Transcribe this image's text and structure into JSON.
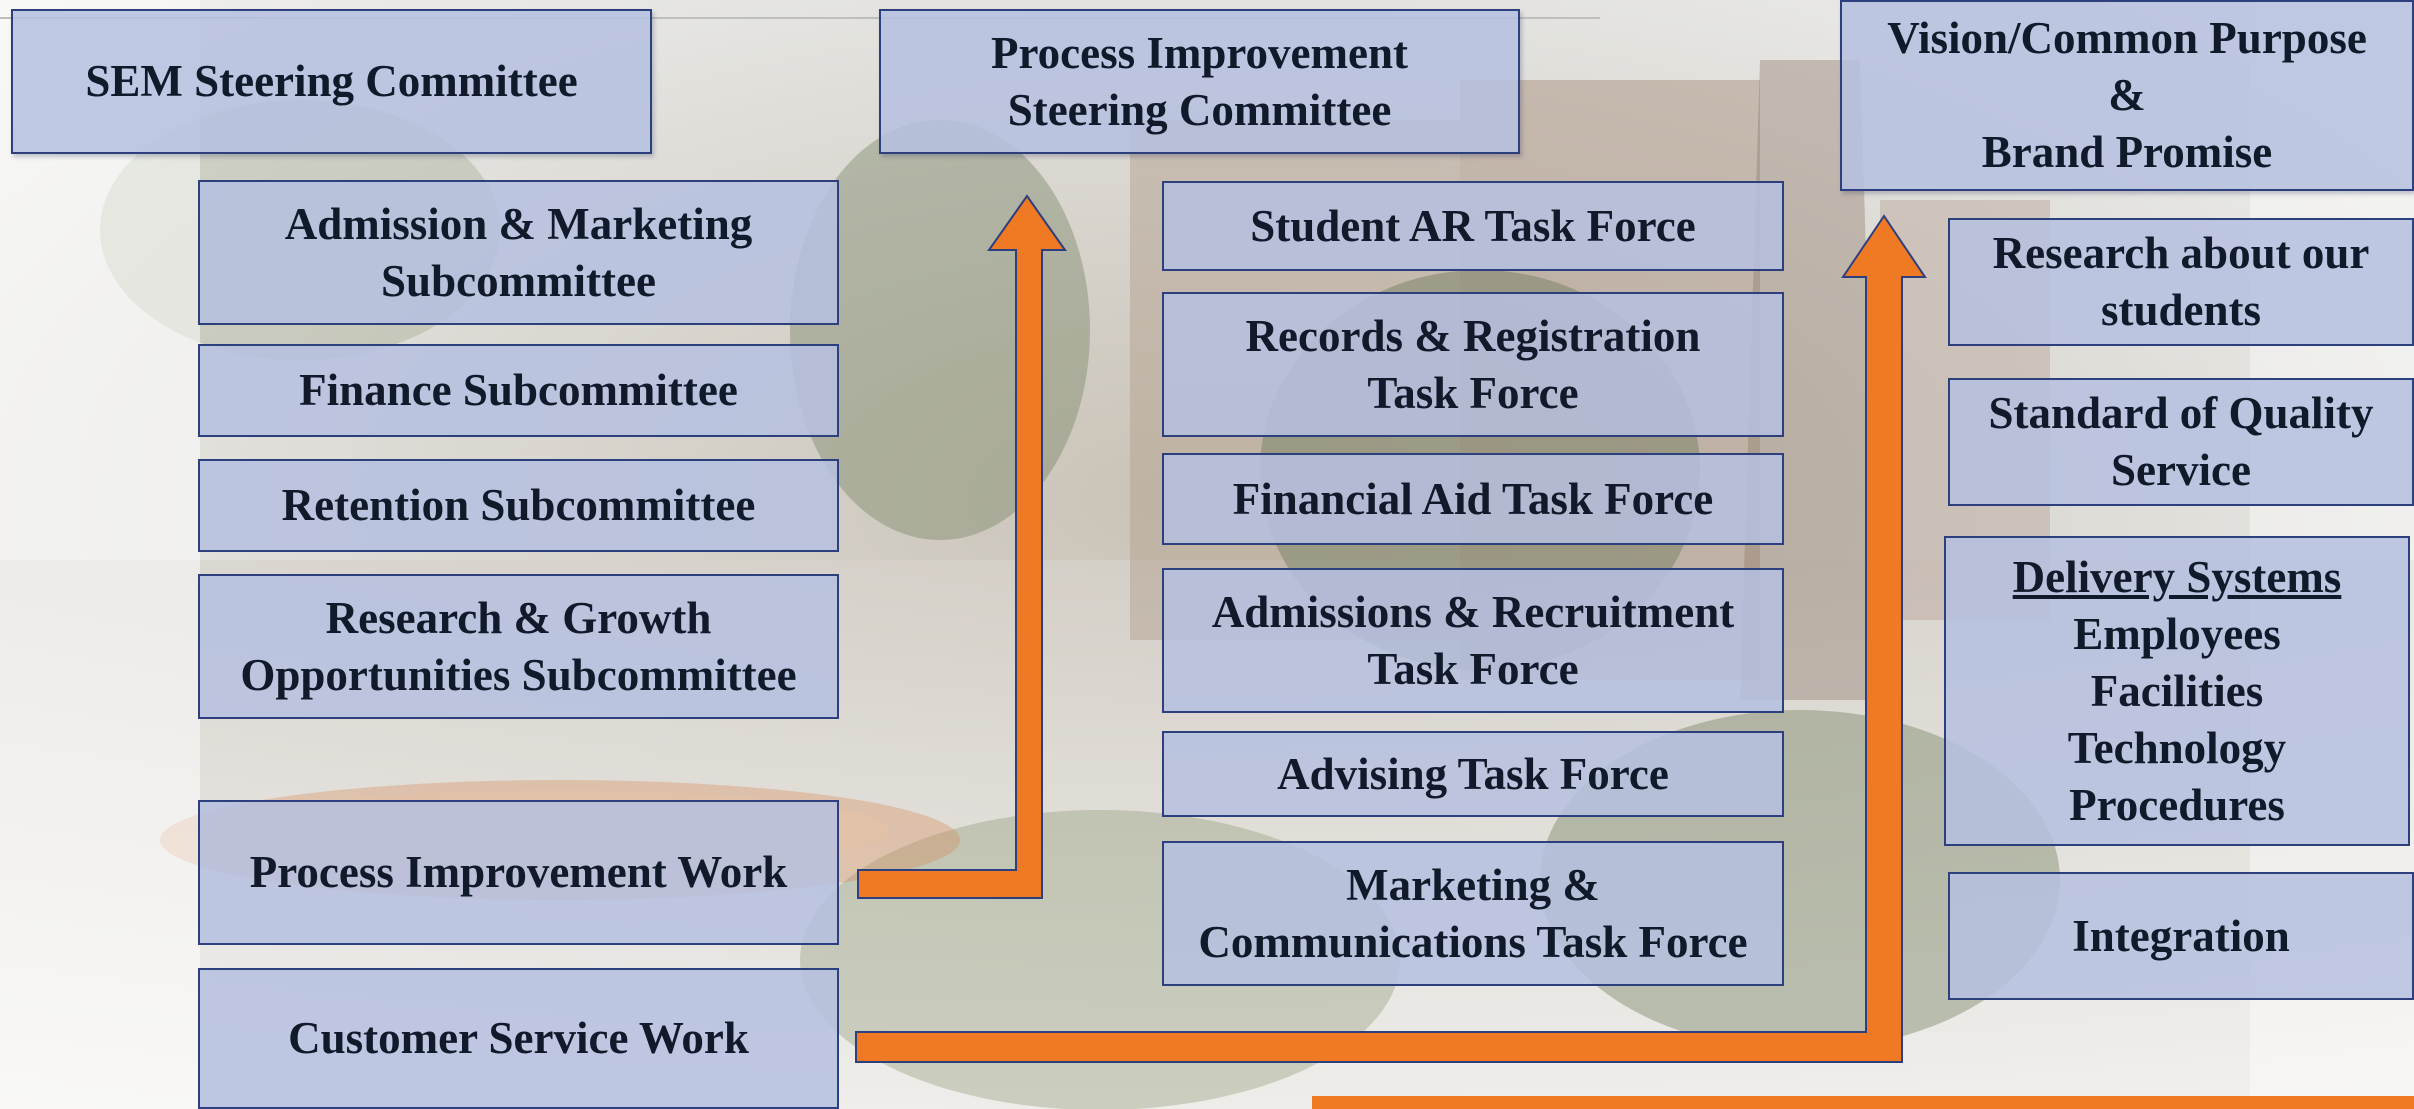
{
  "colors": {
    "box_fill": "#b6c0e0",
    "box_border": "#2e3f7e",
    "text": "#111a2a",
    "arrow": "#f07a23"
  },
  "left_column": {
    "steering": [
      "SEM Steering Committee"
    ],
    "subcommittees": [
      [
        "Admission & Marketing",
        "Subcommittee"
      ],
      [
        "Finance Subcommittee"
      ],
      [
        "Retention Subcommittee"
      ],
      [
        "Research & Growth",
        "Opportunities Subcommittee"
      ]
    ],
    "work": [
      [
        "Process Improvement Work"
      ],
      [
        "Customer Service Work"
      ]
    ]
  },
  "middle_column": {
    "steering": [
      "Process Improvement",
      "Steering Committee"
    ],
    "task_forces": [
      [
        "Student AR Task Force"
      ],
      [
        "Records & Registration",
        "Task Force"
      ],
      [
        "Financial Aid Task Force"
      ],
      [
        "Admissions & Recruitment",
        "Task Force"
      ],
      [
        "Advising Task Force"
      ],
      [
        "Marketing &",
        "Communications Task Force"
      ]
    ]
  },
  "right_column": {
    "vision": [
      "Vision/Common Purpose",
      "&",
      "Brand Promise"
    ],
    "research": [
      "Research about our",
      "students"
    ],
    "standard": [
      "Standard of Quality",
      "Service"
    ],
    "delivery": {
      "heading": "Delivery Systems",
      "items": [
        "Employees",
        "Facilities",
        "Technology",
        "Procedures"
      ]
    },
    "integration": [
      "Integration"
    ]
  },
  "arrows": [
    {
      "from": "Process Improvement Work",
      "to": "Process Improvement Steering Committee"
    },
    {
      "from": "Customer Service Work",
      "to": "Vision/Common Purpose & Brand Promise"
    }
  ]
}
